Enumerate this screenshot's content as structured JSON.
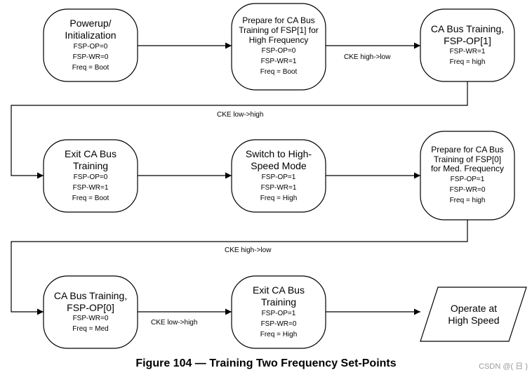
{
  "nodes": {
    "n1": {
      "title": [
        "Powerup/",
        "Initialization"
      ],
      "lines": [
        "FSP-OP=0",
        "FSP-WR=0",
        "Freq = Boot"
      ]
    },
    "n2": {
      "title": [
        "Prepare for CA Bus",
        "Training of FSP[1] for",
        "High Frequency"
      ],
      "lines": [
        "FSP-OP=0",
        "FSP-WR=1",
        "Freq = Boot"
      ]
    },
    "n3": {
      "title": [
        "CA Bus Training,",
        "FSP-OP[1]"
      ],
      "lines": [
        "FSP-WR=1",
        "Freq = high"
      ]
    },
    "n4": {
      "title": [
        "Exit CA Bus",
        "Training"
      ],
      "lines": [
        "FSP-OP=0",
        "FSP-WR=1",
        "Freq = Boot"
      ]
    },
    "n5": {
      "title": [
        "Switch to High-",
        "Speed Mode"
      ],
      "lines": [
        "FSP-OP=1",
        "FSP-WR=1",
        "Freq = High"
      ]
    },
    "n6": {
      "title": [
        "Prepare for CA Bus",
        "Training of  FSP[0]",
        "for Med. Frequency"
      ],
      "lines": [
        "FSP-OP=1",
        "FSP-WR=0",
        "Freq = high"
      ]
    },
    "n7": {
      "title": [
        "CA Bus Training,",
        "FSP-OP[0]"
      ],
      "lines": [
        "FSP-WR=0",
        "Freq = Med"
      ]
    },
    "n8": {
      "title": [
        "Exit CA Bus",
        "Training"
      ],
      "lines": [
        "FSP-OP=1",
        "FSP-WR=0",
        "Freq = High"
      ]
    },
    "n9": {
      "title": [
        "Operate at",
        "High Speed"
      ],
      "lines": []
    }
  },
  "edge_labels": {
    "e23": "CKE high->low",
    "e34": "CKE low->high",
    "e67": "CKE high->low",
    "e78": "CKE low->high"
  },
  "caption": "Figure 104 — Training Two Frequency Set-Points",
  "watermark": "CSDN @(  日 )"
}
